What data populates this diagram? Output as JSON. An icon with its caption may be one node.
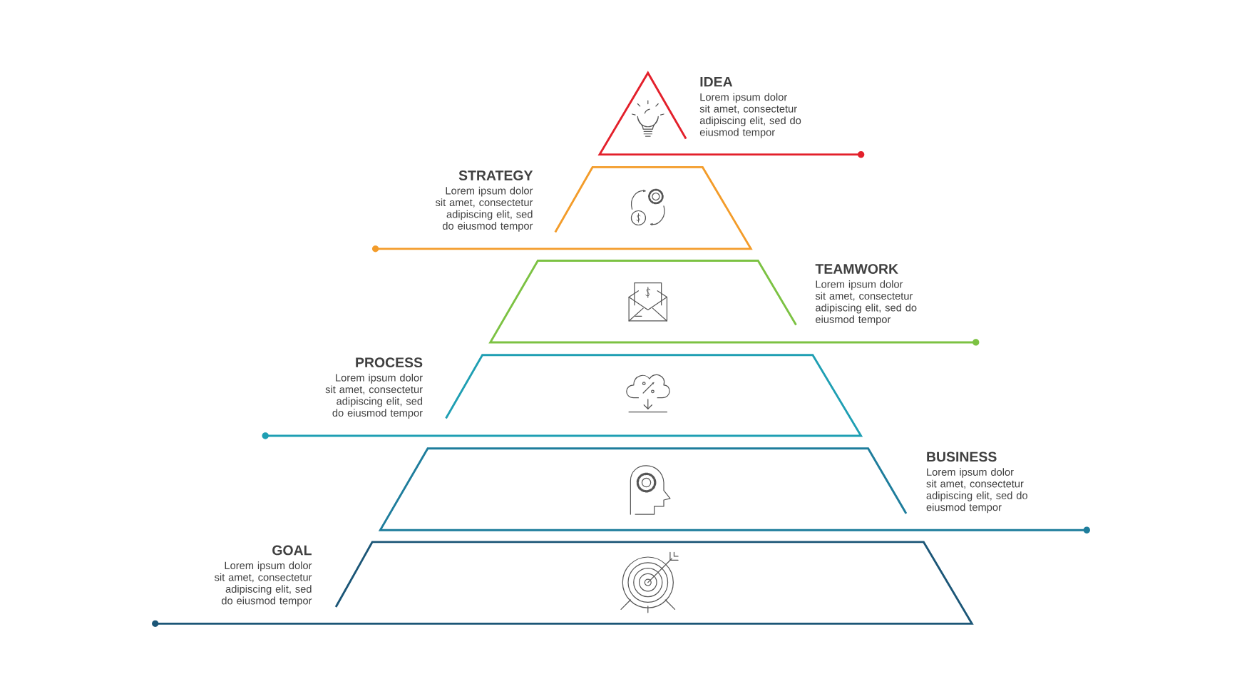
{
  "diagram": {
    "nodes": [
      {
        "text": [
          "IDEA",
          "Lorem ipsum dolor sit amet, consectetur adipiscing elit, sed do eiusmod tempor"
        ]
      },
      {
        "text": [
          "STRATEGY",
          "Lorem ipsum dolor sit amet, consectetur adipiscing elit, sed do eiusmod tempor"
        ]
      },
      {
        "text": [
          "TEAMWORK",
          "Lorem ipsum dolor sit amet, consectetur adipiscing elit, sed do eiusmod tempor"
        ]
      },
      {
        "text": [
          "PROCESS",
          "Lorem ipsum dolor sit amet, consectetur adipiscing elit, sed do eiusmod tempor"
        ]
      },
      {
        "text": [
          "BUSINESS",
          "Lorem ipsum dolor sit amet, consectetur adipiscing elit, sed do eiusmod tempor"
        ]
      },
      {
        "text": [
          "GOAL",
          "Lorem ipsum dolor sit amet, consectetur adipiscing elit, sed do eiusmod tempor"
        ]
      }
    ]
  }
}
